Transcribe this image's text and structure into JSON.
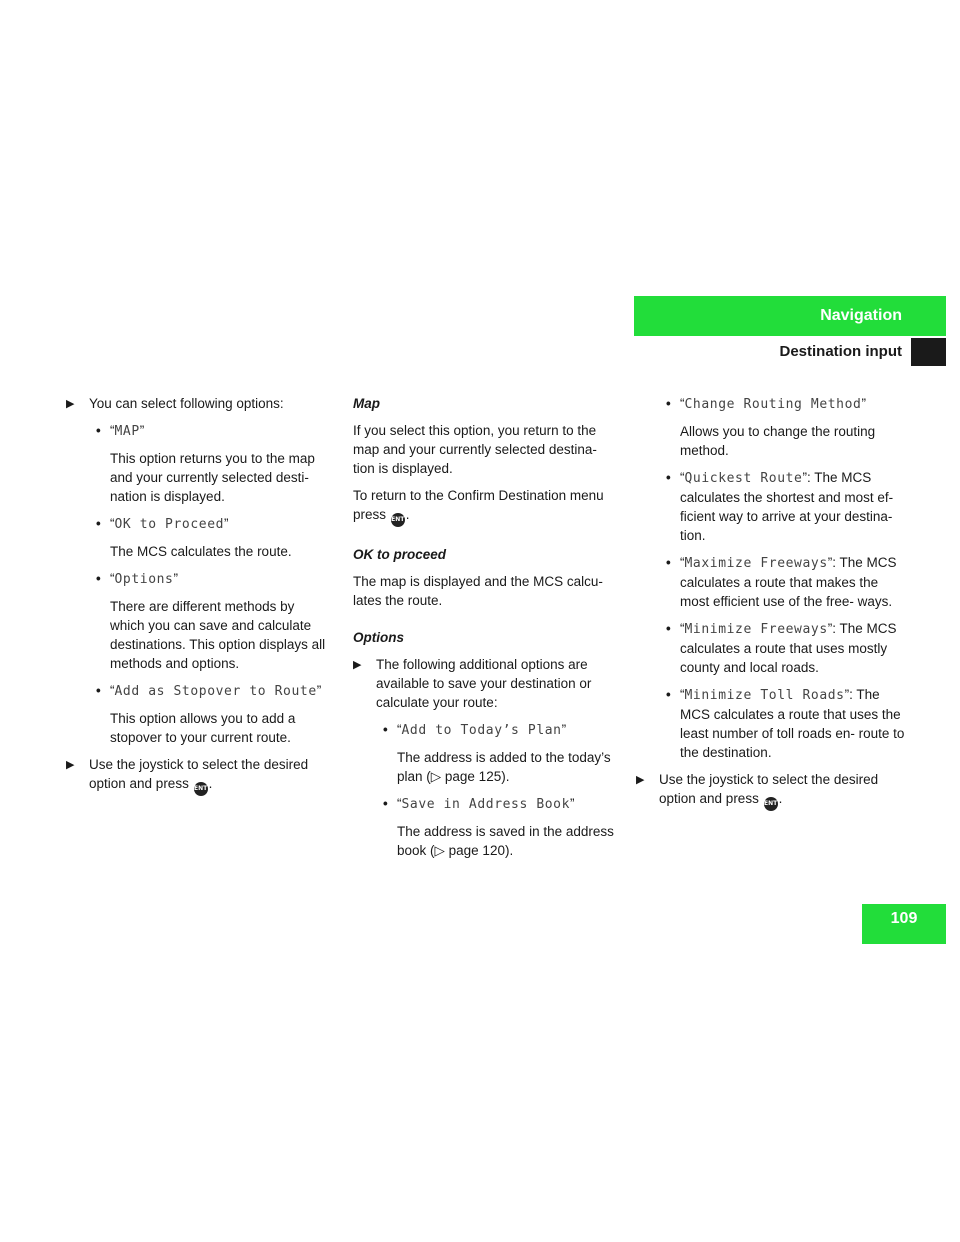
{
  "header": {
    "section": "Navigation",
    "subsection": "Destination input",
    "page_number": "109"
  },
  "icons": {
    "enter": "ENT"
  },
  "col1": {
    "intro": "You can select following options:",
    "options": [
      {
        "pre": "“",
        "label": "MAP",
        "post": "”",
        "desc": "This option returns you to the map and your currently selected desti- nation is displayed."
      },
      {
        "pre": "“",
        "label": "OK to Proceed",
        "post": "”",
        "desc": "The MCS calculates the route."
      },
      {
        "pre": "“",
        "label": "Options",
        "post": "”",
        "desc": "There are different methods by which you can save and calculate destinations. This option displays all methods and options."
      },
      {
        "pre": "“",
        "label": "Add as Stopover to Route",
        "post": "”",
        "desc": "This option allows you to add a stopover to your current route."
      }
    ],
    "step2": "Use the joystick to select the desired option and press",
    "step2_end": "."
  },
  "col2": {
    "map_heading": "Map",
    "map_text": "If you select this option, you return to the map and your currently selected destina- tion is displayed.",
    "confirm_text": "To return to the Confirm Destination menu press",
    "confirm_end": ".",
    "ok_heading": "OK to proceed",
    "ok_text": "The map is displayed and the MCS calcu- lates the route.",
    "options_heading": "Options",
    "options_step": "The following additional options are available to save your destination or calculate your route:",
    "options": [
      {
        "pre": "“",
        "label": "Add to Today’s Plan",
        "post": "”",
        "desc": "The address is added to the today’s plan (▷ page 125)."
      },
      {
        "pre": "“",
        "label": "Save in Address Book",
        "post": "”",
        "desc": "The address is saved in the address book (▷ page 120)."
      }
    ]
  },
  "col3": {
    "options": [
      {
        "pre": "“",
        "label": "Change Routing Method",
        "post": "”",
        "desc": "Allows you to change the routing method."
      },
      {
        "pre": "“",
        "label": "Quickest Route",
        "post": "”: The MCS calculates the shortest and most ef- ficient way to arrive at your destina- tion."
      },
      {
        "pre": "“",
        "label": "Maximize Freeways",
        "post": "”: The MCS calculates a route that makes the most efficient use of the free- ways."
      },
      {
        "pre": "“",
        "label": "Minimize Freeways",
        "post": "”: The MCS calculates a route that uses mostly county and local roads."
      },
      {
        "pre": "“",
        "label": "Minimize Toll Roads",
        "post": "”: The MCS calculates a route that uses the least number of toll roads en- route to the destination."
      }
    ],
    "step": "Use the joystick to select the desired option and press",
    "step_end": "."
  }
}
